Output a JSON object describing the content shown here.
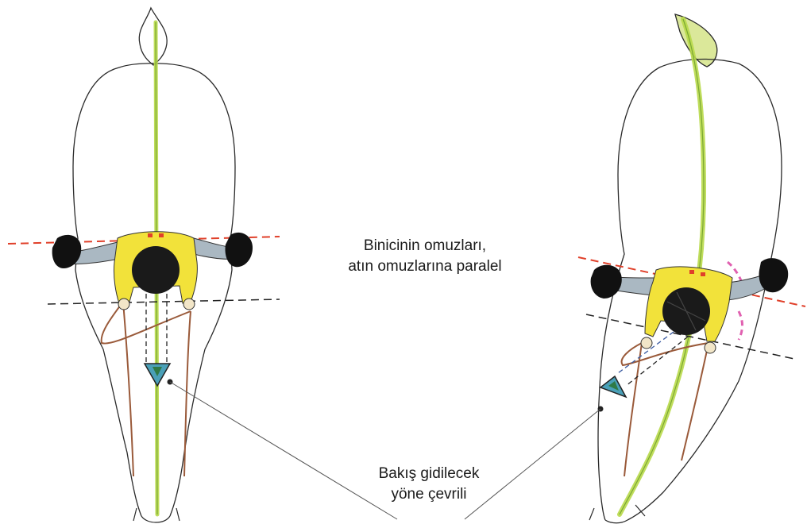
{
  "annotations": {
    "shoulders_line1": "Binicinin omuzları,",
    "shoulders_line2": "atın omuzlarına paralel",
    "gaze_line1": "Bakış gidilecek",
    "gaze_line2": "yöne çevrili"
  },
  "colors": {
    "horse_outline": "#2a2a2a",
    "spine_line": "#b8d94a",
    "shoulder_line": "#e0402a",
    "hip_line": "#222222",
    "rider_jacket": "#f2e23a",
    "rider_sleeve": "#aab8c2",
    "rider_helmet": "#1a1a1a",
    "rider_glove": "#111111",
    "reins": "#9a5a3a",
    "gaze_marker_fill": "#4aa0b8",
    "gaze_marker_inner": "#2f7a46",
    "pink_marks": "#e060b0"
  }
}
